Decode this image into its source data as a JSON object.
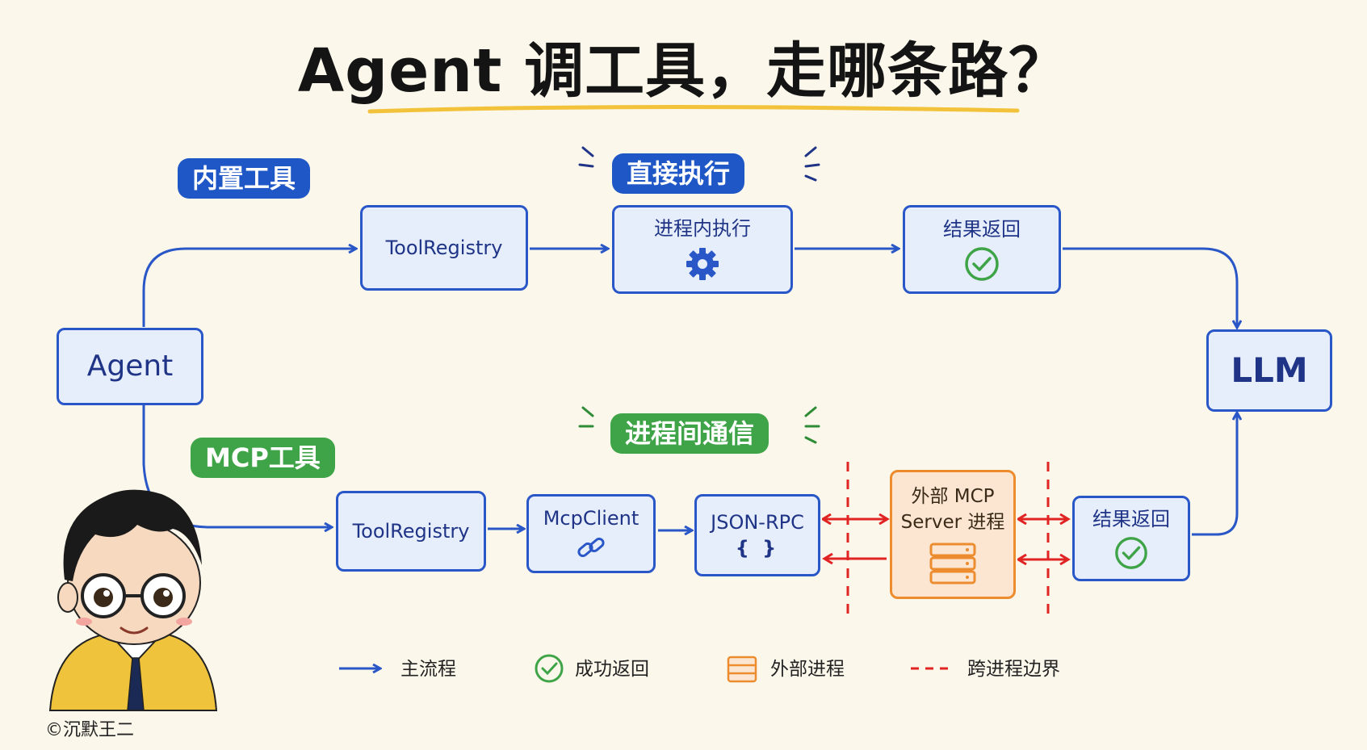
{
  "title": "Agent 调工具，走哪条路？",
  "tags": {
    "builtin": "内置工具",
    "direct": "直接执行",
    "mcp": "MCP工具",
    "ipc": "进程间通信"
  },
  "nodes": {
    "agent": "Agent",
    "llm": "LLM",
    "top_registry": "ToolRegistry",
    "top_exec": "进程内执行",
    "top_result": "结果返回",
    "bot_registry": "ToolRegistry",
    "mcp_client": "McpClient",
    "json_rpc": "JSON-RPC",
    "json_rpc_symbol": "{ }",
    "external_server_line1": "外部 MCP",
    "external_server_line2": "Server 进程",
    "bot_result": "结果返回"
  },
  "legend": {
    "main_flow": "主流程",
    "success": "成功返回",
    "external": "外部进程",
    "boundary": "跨进程边界"
  },
  "copyright": "©沉默王二",
  "colors": {
    "blue": "#2a57c8",
    "green": "#3fa447",
    "orange": "#ec8c2e",
    "red": "#e02424",
    "highlight": "#f2c23a"
  }
}
